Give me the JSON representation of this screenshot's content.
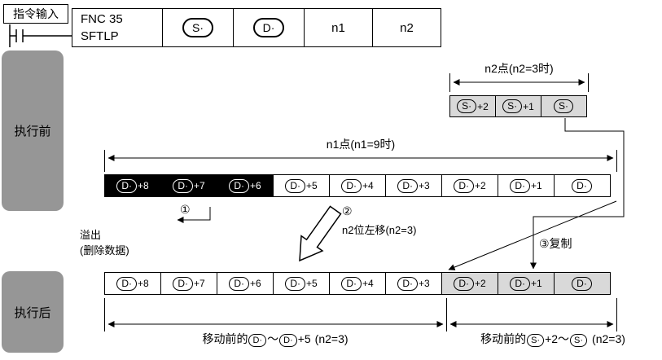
{
  "input_label": "指令输入",
  "table": {
    "fnc": "FNC 35",
    "mnemonic": "SFTLP",
    "s": "S·",
    "d": "D·",
    "n1": "n1",
    "n2": "n2"
  },
  "stages": {
    "before": "执行前",
    "after": "执行后"
  },
  "dims": {
    "n2": "n2点(n2=3时)",
    "n1": "n1点(n1=9时)"
  },
  "source_row": {
    "cells": [
      {
        "reg": "S·",
        "suffix": "+2"
      },
      {
        "reg": "S·",
        "suffix": "+1"
      },
      {
        "reg": "S·",
        "suffix": ""
      }
    ]
  },
  "before_row": {
    "cells": [
      {
        "reg": "D·",
        "suffix": "+8"
      },
      {
        "reg": "D·",
        "suffix": "+7"
      },
      {
        "reg": "D·",
        "suffix": "+6"
      },
      {
        "reg": "D·",
        "suffix": "+5"
      },
      {
        "reg": "D·",
        "suffix": "+4"
      },
      {
        "reg": "D·",
        "suffix": "+3"
      },
      {
        "reg": "D·",
        "suffix": "+2"
      },
      {
        "reg": "D·",
        "suffix": "+1"
      },
      {
        "reg": "D·",
        "suffix": ""
      }
    ]
  },
  "after_row": {
    "cells": [
      {
        "reg": "D·",
        "suffix": "+8"
      },
      {
        "reg": "D·",
        "suffix": "+7"
      },
      {
        "reg": "D·",
        "suffix": "+6"
      },
      {
        "reg": "D·",
        "suffix": "+5"
      },
      {
        "reg": "D·",
        "suffix": "+4"
      },
      {
        "reg": "D·",
        "suffix": "+3"
      },
      {
        "reg": "D·",
        "suffix": "+2"
      },
      {
        "reg": "D·",
        "suffix": "+1"
      },
      {
        "reg": "D·",
        "suffix": ""
      }
    ]
  },
  "annotations": {
    "step1": "①",
    "overflow_line1": "溢出",
    "overflow_line2": "(删除数据)",
    "step2": "②",
    "shift_label": "n2位左移(n2=3)",
    "step3_label": "③复制"
  },
  "bottom_left": {
    "prefix": "移动前的",
    "reg1": "D·",
    "after1": "",
    "tilde": "～",
    "reg2": "D·",
    "after2": "+5",
    "tail": "(n2=3)"
  },
  "bottom_right": {
    "prefix": "移动前的",
    "reg1": "S·",
    "after1": "+2",
    "tilde": "～",
    "reg2": "S·",
    "after2": "",
    "tail": "(n2=3)"
  },
  "colors": {
    "stage_block": "#969696",
    "shaded_cell": "#d9d9d9",
    "overflow_cell": "#000000",
    "line": "#000000"
  }
}
